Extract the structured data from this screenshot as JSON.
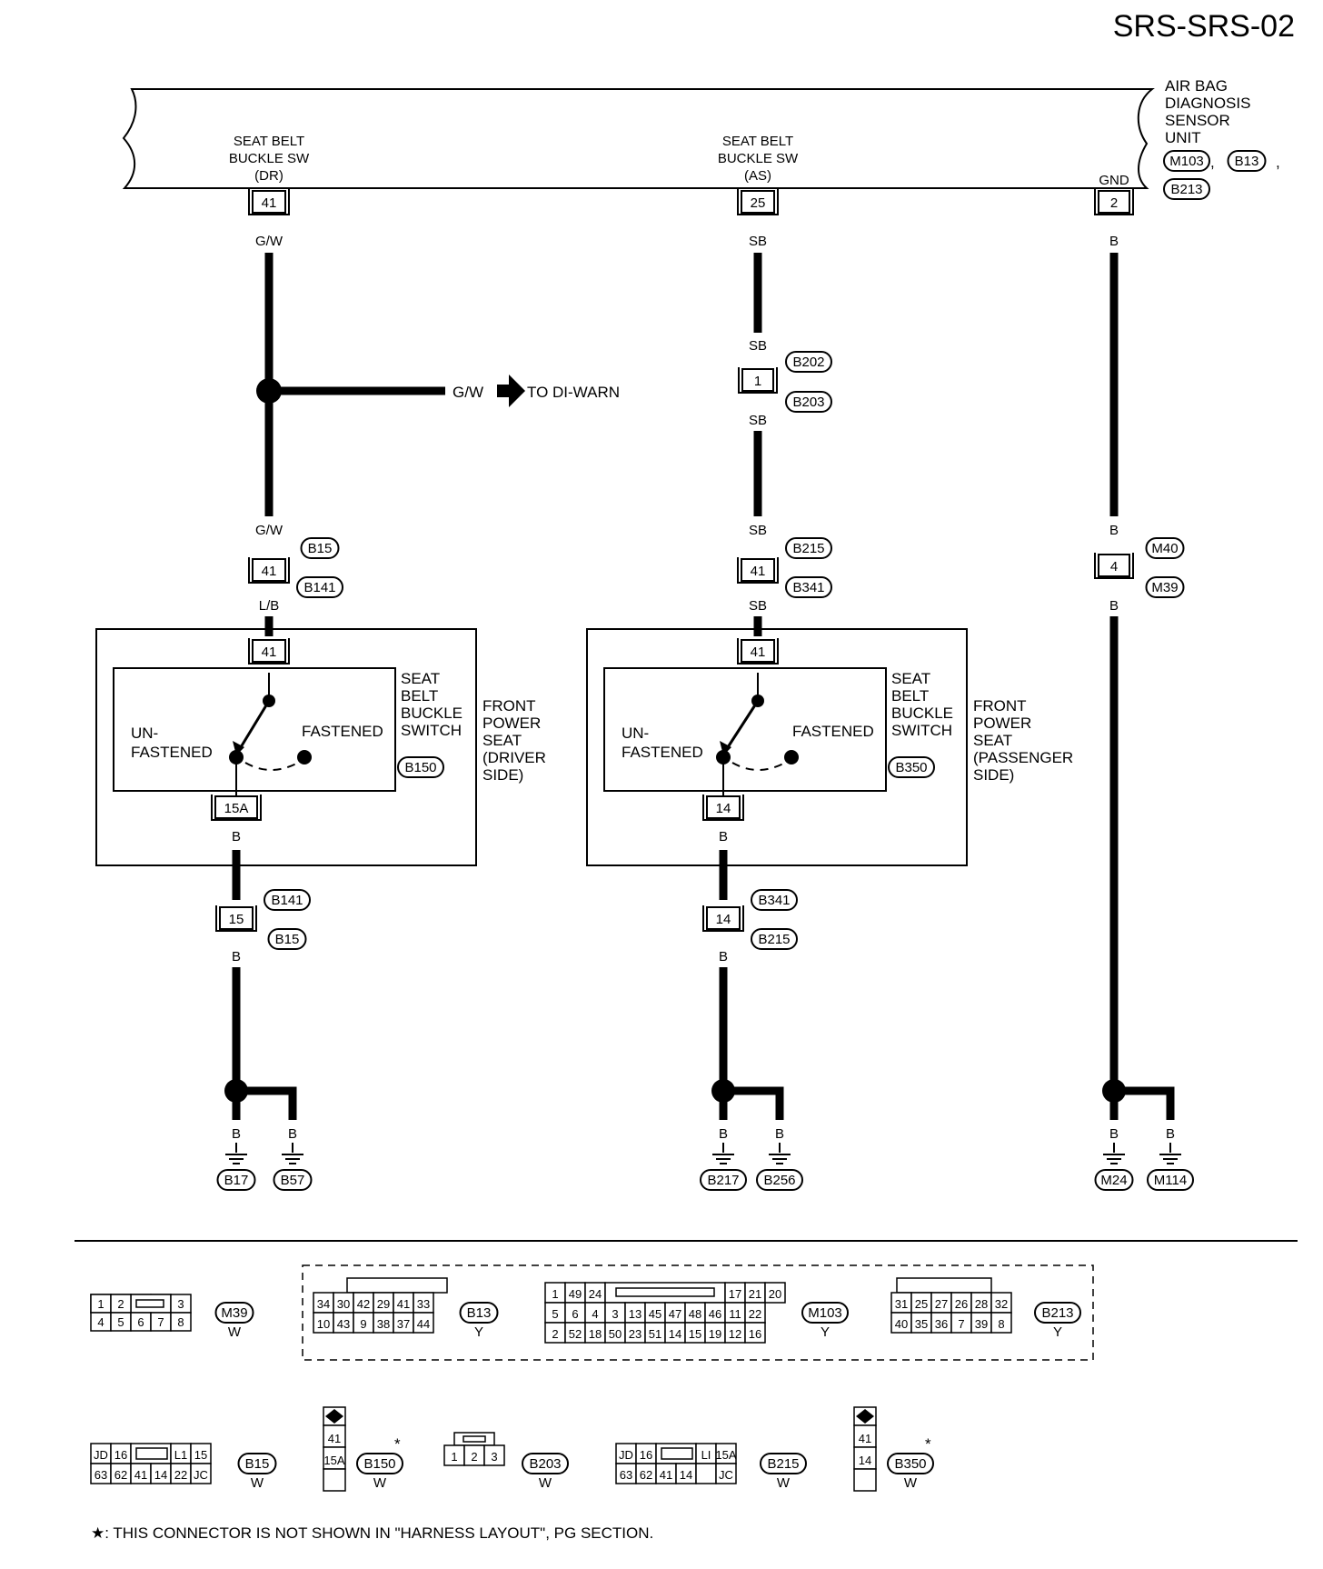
{
  "page_title": "SRS-SRS-02",
  "sensor_unit": {
    "name_lines": [
      "AIR BAG",
      "DIAGNOSIS",
      "SENSOR",
      "UNIT"
    ],
    "connectors": [
      "M103",
      "B13",
      "B213"
    ],
    "terminal_labels": {
      "dr": [
        "SEAT BELT",
        "BUCKLE SW",
        "(DR)"
      ],
      "as": [
        "SEAT BELT",
        "BUCKLE SW",
        "(AS)"
      ],
      "gnd": "GND"
    }
  },
  "circuits": {
    "driver": {
      "unit_terminal": "41",
      "wire_top": "G/W",
      "splice_wire": "G/W",
      "splice_dest": "TO DI-WARN",
      "joint_wire_in": "G/W",
      "joint_terminal": "41",
      "joint_wire_out": "L/B",
      "joint_connectors": [
        "B15",
        "B141"
      ],
      "seat_terminal_top": "41",
      "seat_terminal_bottom": "15A",
      "switch_label": [
        "SEAT",
        "BELT",
        "BUCKLE",
        "SWITCH"
      ],
      "switch_connector": "B150",
      "state_unfastened": [
        "UN-",
        "FASTENED"
      ],
      "state_fastened": "FASTENED",
      "seat_label": [
        "FRONT",
        "POWER",
        "SEAT",
        "(DRIVER",
        " SIDE)"
      ],
      "wire_below_seat": "B",
      "lower_terminal": "15",
      "lower_connectors": [
        "B141",
        "B15"
      ],
      "wire_lower": "B",
      "ground_wires": [
        "B",
        "B"
      ],
      "grounds": [
        "B17",
        "B57"
      ]
    },
    "passenger": {
      "unit_terminal": "25",
      "wire_top": "SB",
      "mid_wire_in": "SB",
      "mid_terminal": "1",
      "mid_wire_out": "SB",
      "mid_connectors": [
        "B202",
        "B203"
      ],
      "joint_wire_in": "SB",
      "joint_terminal": "41",
      "joint_wire_out": "SB",
      "joint_connectors": [
        "B215",
        "B341"
      ],
      "seat_terminal_top": "41",
      "seat_terminal_bottom": "14",
      "switch_label": [
        "SEAT",
        "BELT",
        "BUCKLE",
        "SWITCH"
      ],
      "switch_connector": "B350",
      "state_unfastened": [
        "UN-",
        "FASTENED"
      ],
      "state_fastened": "FASTENED",
      "seat_label": [
        "FRONT",
        "POWER",
        "SEAT",
        "(PASSENGER",
        " SIDE)"
      ],
      "wire_below_seat": "B",
      "lower_terminal": "14",
      "lower_connectors": [
        "B341",
        "B215"
      ],
      "wire_lower": "B",
      "ground_wires": [
        "B",
        "B"
      ],
      "grounds": [
        "B217",
        "B256"
      ]
    },
    "gnd": {
      "unit_terminal": "2",
      "wire_top": "B",
      "joint_wire_in": "B",
      "joint_terminal": "4",
      "joint_wire_out": "B",
      "joint_connectors": [
        "M40",
        "M39"
      ],
      "ground_wires": [
        "B",
        "B"
      ],
      "grounds": [
        "M24",
        "M114"
      ]
    }
  },
  "connector_faces": {
    "M39": {
      "name": "M39",
      "color": "W",
      "top": [
        "1",
        "2",
        "",
        "3"
      ],
      "bottom": [
        "4",
        "5",
        "6",
        "7",
        "8"
      ]
    },
    "B13": {
      "name": "B13",
      "color": "Y",
      "top": [
        "34",
        "30",
        "42",
        "29",
        "41",
        "33"
      ],
      "bottom": [
        "10",
        "43",
        "9",
        "38",
        "37",
        "44"
      ]
    },
    "M103": {
      "name": "M103",
      "color": "Y",
      "row1": [
        "1",
        "49",
        "24",
        "",
        "17",
        "21",
        "20"
      ],
      "row2": [
        "5",
        "6",
        "4",
        "3",
        "13",
        "45",
        "47",
        "48",
        "46",
        "11",
        "22"
      ],
      "row3": [
        "2",
        "52",
        "18",
        "50",
        "23",
        "51",
        "14",
        "15",
        "19",
        "12",
        "16"
      ]
    },
    "B213": {
      "name": "B213",
      "color": "Y",
      "top": [
        "31",
        "25",
        "27",
        "26",
        "28",
        "32"
      ],
      "bottom": [
        "40",
        "35",
        "36",
        "7",
        "39",
        "8"
      ]
    },
    "B15": {
      "name": "B15",
      "color": "W",
      "top": [
        "JD",
        "16",
        "",
        "L1",
        "15"
      ],
      "bottom": [
        "63",
        "62",
        "41",
        "14",
        "22",
        "JC"
      ]
    },
    "B150": {
      "name": "B150",
      "color": "W",
      "pins": [
        "41",
        "15A"
      ],
      "mark": "*"
    },
    "B203": {
      "name": "B203",
      "color": "W",
      "pins": [
        "1",
        "2",
        "3"
      ]
    },
    "B215": {
      "name": "B215",
      "color": "W",
      "top": [
        "JD",
        "16",
        "",
        "LI",
        "15A"
      ],
      "bottom": [
        "63",
        "62",
        "41",
        "14",
        "",
        "JC"
      ]
    },
    "B350": {
      "name": "B350",
      "color": "W",
      "pins": [
        "41",
        "14"
      ],
      "mark": "*"
    }
  },
  "footnote": "★: THIS CONNECTOR IS NOT SHOWN IN \"HARNESS LAYOUT\", PG SECTION."
}
